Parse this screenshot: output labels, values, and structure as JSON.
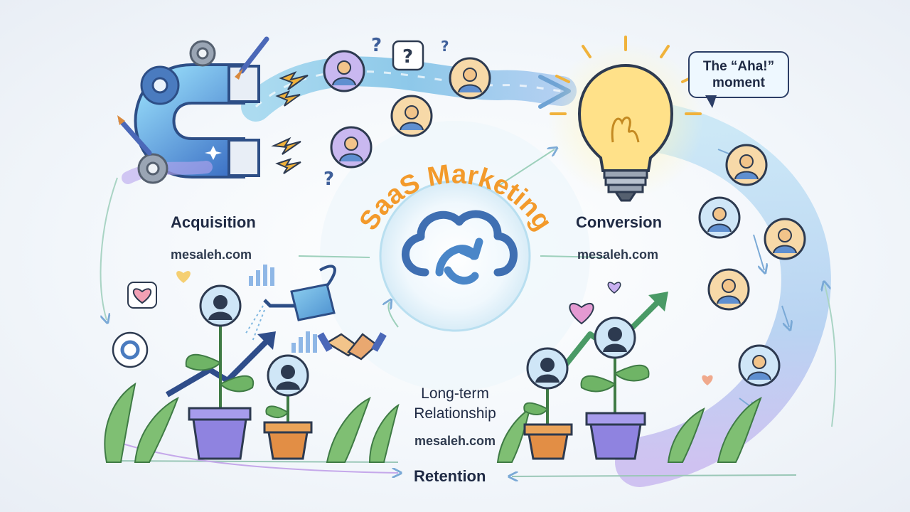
{
  "title": "SaaS Marketing",
  "stages": {
    "acquisition": {
      "label": "Acquisition",
      "site": "mesaleh.com"
    },
    "conversion": {
      "label": "Conversion",
      "site": "mesaleh.com"
    },
    "relationship": {
      "label_line1": "Long-term",
      "label_line2": "Relationship",
      "site": "mesaleh.com"
    },
    "retention": {
      "label": "Retention"
    }
  },
  "aha_bubble": {
    "line1": "The “Aha!”",
    "line2": "moment"
  },
  "colors": {
    "title": "#f39a2b",
    "flow": "#7cc4e6",
    "cloud": "#3b6fb0",
    "plant": "#5aa35a",
    "pot_orange": "#e8a25a",
    "pot_purple": "#9b8fe0",
    "bulb": "#ffd76a"
  },
  "icons": [
    "magnet-icon",
    "gear-icon",
    "paintbrush-icon",
    "lightbulb-icon",
    "cloud-sync-icon",
    "watering-can-icon",
    "handshake-icon",
    "heart-icon",
    "bar-chart-icon",
    "person-avatar-icon",
    "question-mark-icon",
    "lightning-icon"
  ]
}
